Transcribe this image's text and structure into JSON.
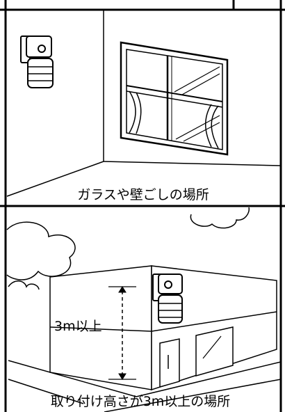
{
  "panels": [
    {
      "caption": "ガラスや壁ごしの場所"
    },
    {
      "caption": "取り付け高さが3m以上の場所",
      "height_label": "3m以上"
    }
  ],
  "colors": {
    "line": "#000000",
    "background": "#ffffff"
  }
}
